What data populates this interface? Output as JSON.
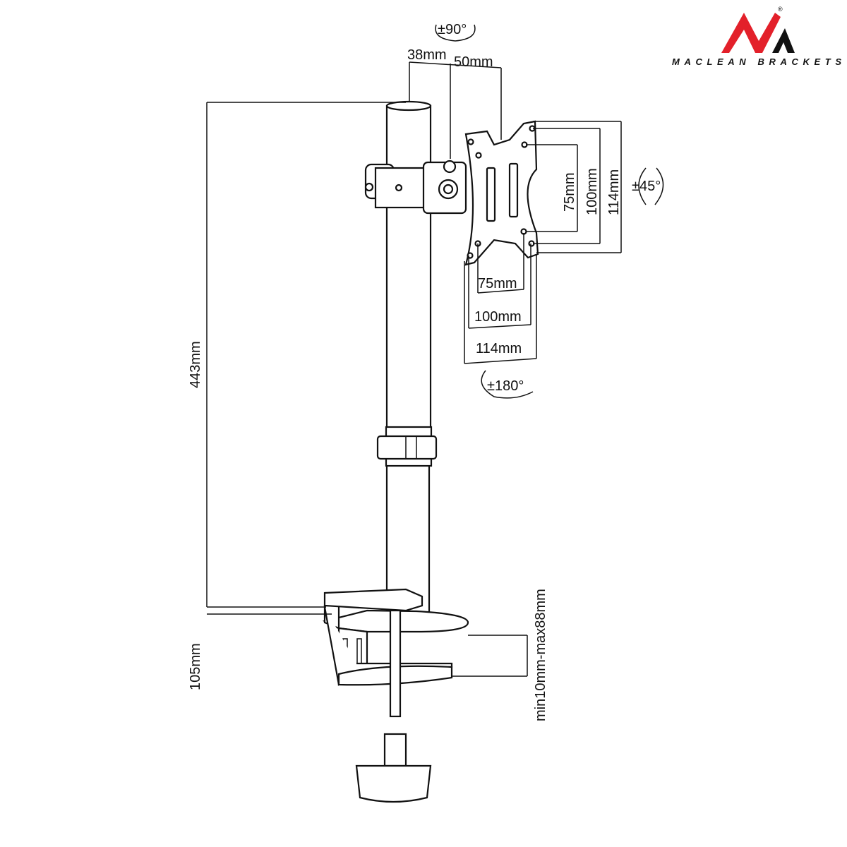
{
  "logo": {
    "brand": "MACLEAN BRACKETS",
    "registered": "®",
    "accent_color": "#e3202a"
  },
  "rotation": {
    "swivel": "±90°",
    "tilt": "±45°",
    "rotate": "±180°"
  },
  "top_offsets": {
    "a": "38mm",
    "b": "50mm"
  },
  "vesa_vertical": [
    "75mm",
    "100mm",
    "114mm"
  ],
  "vesa_horizontal": [
    "75mm",
    "100mm",
    "114mm"
  ],
  "pole_height": "443mm",
  "clamp_height": "105mm",
  "desk_thickness": "min10mm-max88mm"
}
